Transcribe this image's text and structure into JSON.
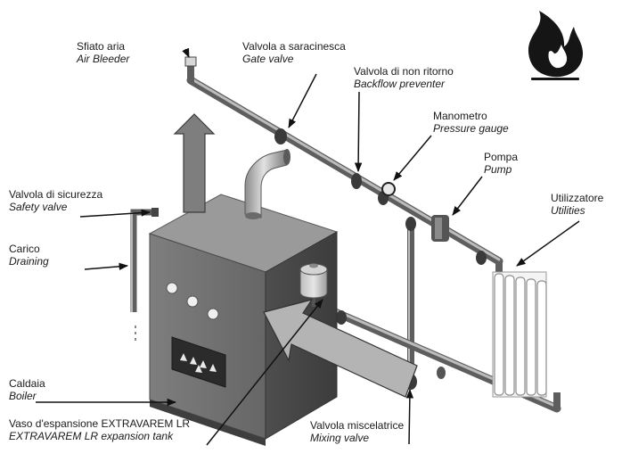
{
  "labels": {
    "air_bleeder": {
      "it": "Sfiato aria",
      "en": "Air Bleeder"
    },
    "gate_valve": {
      "it": "Valvola a saracinesca",
      "en": "Gate valve"
    },
    "backflow_preventer": {
      "it": "Valvola di non ritorno",
      "en": "Backflow preventer"
    },
    "pressure_gauge": {
      "it": "Manometro",
      "en": "Pressure gauge"
    },
    "pump": {
      "it": "Pompa",
      "en": "Pump"
    },
    "utilities": {
      "it": "Utilizzatore",
      "en": "Utilities"
    },
    "safety_valve": {
      "it": "Valvola di sicurezza",
      "en": "Safety valve"
    },
    "draining": {
      "it": "Carico",
      "en": "Draining"
    },
    "boiler": {
      "it": "Caldaia",
      "en": "Boiler"
    },
    "expansion_tank": {
      "it": "Vaso d'espansione EXTRAVAREM LR",
      "en": "EXTRAVAREM LR expansion tank"
    },
    "mixing_valve": {
      "it": "Valvola miscelatrice",
      "en": "Mixing valve"
    }
  },
  "icons": {
    "flame": "flame-icon"
  },
  "colors": {
    "boiler_front": "#6f6f6f",
    "boiler_side": "#4a4a4a",
    "boiler_top": "#9a9a9a",
    "pipe": "#7a7a7a",
    "arrow": "#8a8a8a"
  }
}
